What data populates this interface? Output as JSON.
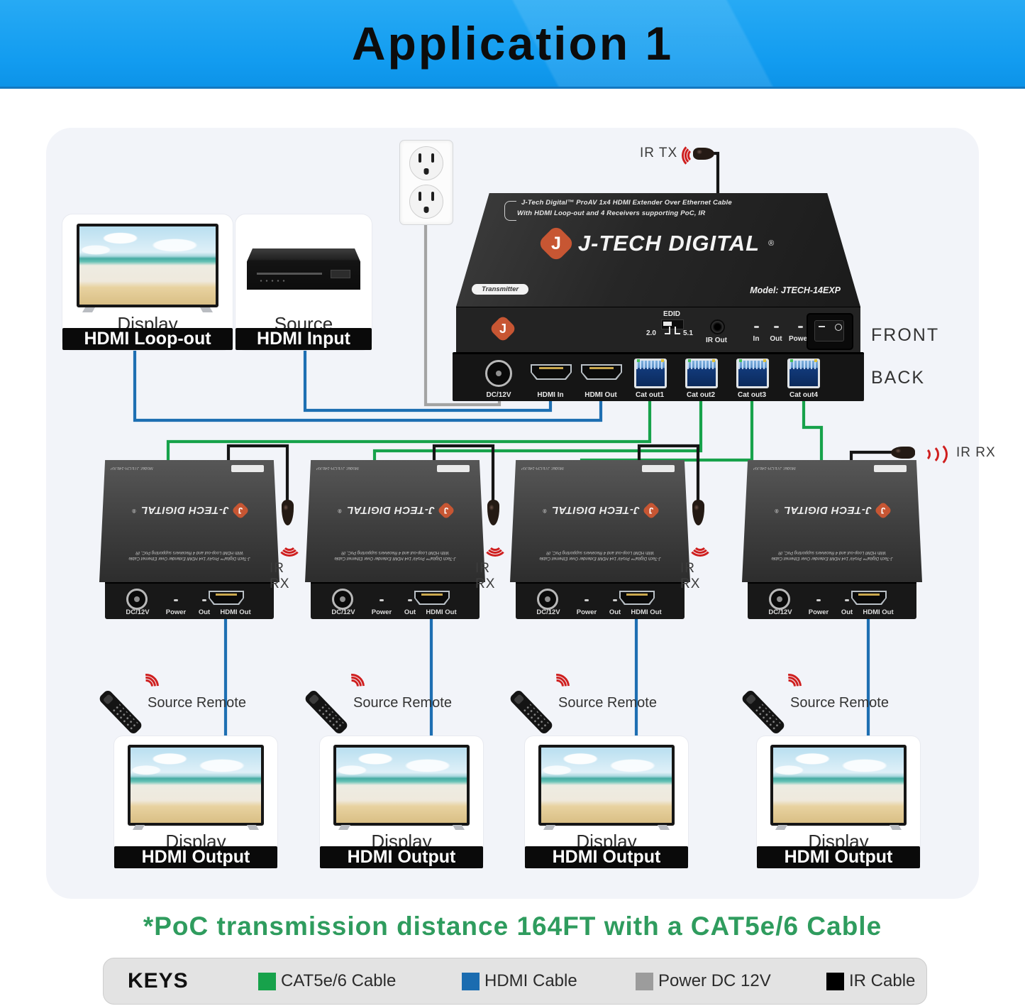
{
  "banner": {
    "title": "Application 1"
  },
  "loopout_card": {
    "device": "Display",
    "banner": "HDMI Loop-out"
  },
  "source_card": {
    "device": "Source",
    "banner": "HDMI Input"
  },
  "ir": {
    "tx_label": "IR TX",
    "rx_label": "IR RX"
  },
  "transmitter": {
    "top_text_line1": "J-Tech Digital™ ProAV 1x4 HDMI Extender Over Ethernet Cable",
    "top_text_line2": "With HDMI Loop-out and 4 Receivers supporting PoC, IR",
    "brand": "J-TECH DIGITAL",
    "brand_reg": "®",
    "badge": "Transmitter",
    "model": "Model: JTECH-14EXP",
    "front_panel": {
      "edid_label": "EDID",
      "edid_pos_left": "2.0",
      "edid_pos_right": "5.1",
      "ir_out_label": "IR Out",
      "led_labels": [
        "In",
        "Out",
        "Power"
      ]
    },
    "back_ports": [
      "DC/12V",
      "HDMI In",
      "HDMI Out",
      "Cat out1",
      "Cat out2",
      "Cat out3",
      "Cat out4"
    ],
    "front_label": "FRONT",
    "back_label": "BACK"
  },
  "receiver": {
    "brand": "J-TECH DIGITAL",
    "brand_reg": "®",
    "model": "Model: JTECH-14EXP",
    "top_text_line1": "J-Tech Digital™ ProAV 1x4 HDMI Extender Over Ethernet Cable",
    "top_text_line2": "With HDMI Loop-out and 4 Receivers supporting PoC, IR",
    "ports": {
      "dc": "DC/12V",
      "power": "Power",
      "out": "Out",
      "hdmi": "HDMI Out"
    },
    "remote_label": "Source Remote",
    "display_card": {
      "device": "Display",
      "banner": "HDMI Output"
    }
  },
  "footnote": "*PoC transmission distance 164FT with a CAT5e/6 Cable",
  "keys": {
    "title": "KEYS",
    "items": [
      {
        "label": "CAT5e/6 Cable",
        "color": "#17a24b"
      },
      {
        "label": "HDMI Cable",
        "color": "#1b6cb0"
      },
      {
        "label": "Power DC 12V",
        "color": "#9c9c9c"
      },
      {
        "label": "IR Cable",
        "color": "#000000"
      }
    ]
  },
  "cable_colors": {
    "cat": "#17a24b",
    "hdmi": "#1e6fb2",
    "power": "#a3a3a3",
    "ir": "#151515"
  }
}
